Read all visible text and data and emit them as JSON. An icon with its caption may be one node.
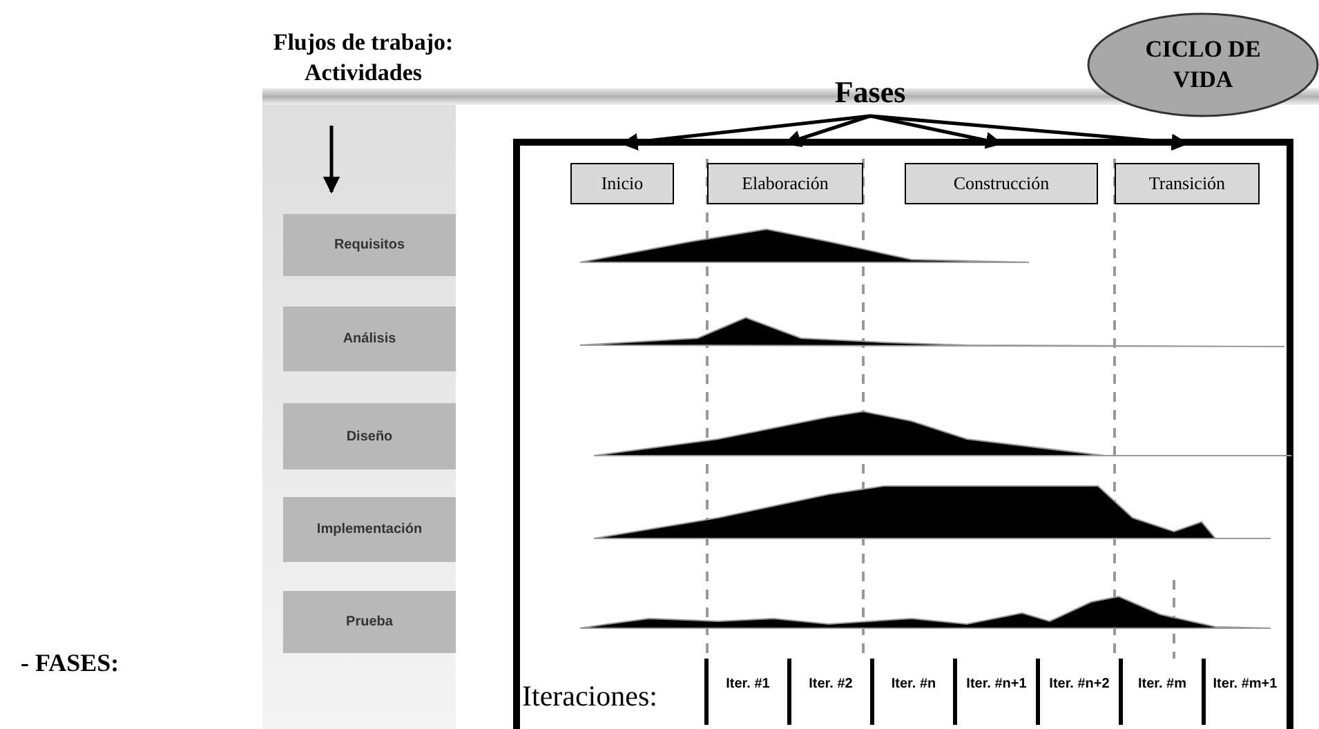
{
  "diagram": {
    "nodes": [
      {
        "text": [
          "Flujos de trabajo: Actividades"
        ]
      },
      {
        "text": [
          "Requisitos"
        ]
      },
      {
        "text": [
          "Análisis"
        ]
      },
      {
        "text": [
          "Diseño"
        ]
      },
      {
        "text": [
          "Implementación"
        ]
      },
      {
        "text": [
          "Prueba"
        ]
      },
      {
        "text": [
          "Fases"
        ]
      },
      {
        "text": [
          "Inicio"
        ]
      },
      {
        "text": [
          "Elaboración"
        ]
      },
      {
        "text": [
          "Construcción"
        ]
      },
      {
        "text": [
          "Transición"
        ]
      },
      {
        "text": [
          "CICLO DE VIDA"
        ]
      }
    ],
    "edges": [
      {
        "from": 0,
        "to": 1,
        "arrow": "to"
      },
      {
        "from": 6,
        "to": 7,
        "arrow": "to"
      },
      {
        "from": 6,
        "to": 8,
        "arrow": "to"
      },
      {
        "from": 6,
        "to": 9,
        "arrow": "to"
      },
      {
        "from": 6,
        "to": 10,
        "arrow": "to"
      }
    ],
    "labels": [
      "- FASES:",
      "Iteraciones:",
      "Iter. #1",
      "Iter. #2",
      "Iter. #n",
      "Iter. #n+1",
      "Iter. #n+2",
      "Iter. #m",
      "Iter. #m+1"
    ]
  }
}
